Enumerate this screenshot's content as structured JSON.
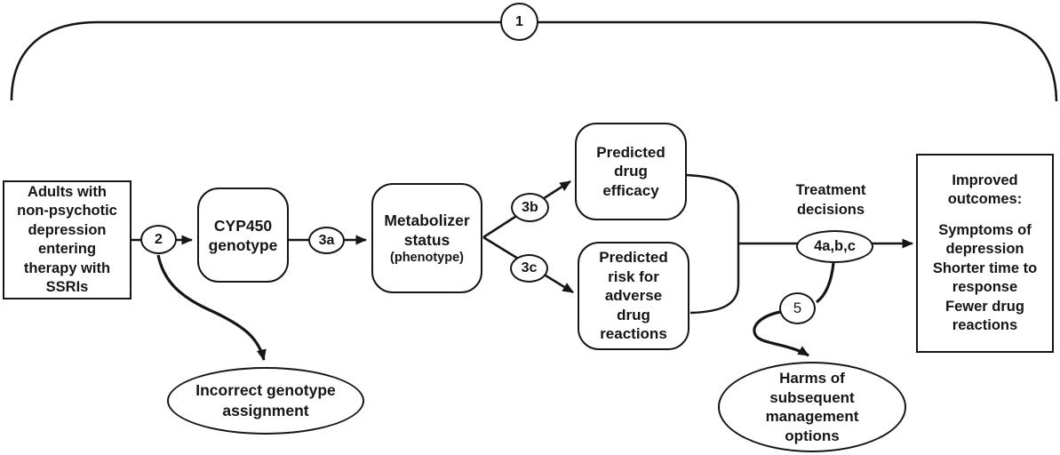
{
  "colors": {
    "ink": "#161616",
    "background": "#ffffff"
  },
  "nodes": {
    "population": {
      "lines": [
        "Adults with",
        "non-psychotic",
        "depression",
        "entering",
        "therapy with",
        "SSRIs"
      ]
    },
    "genotype": {
      "lines": [
        "CYP450",
        "genotype"
      ]
    },
    "metabolizer": {
      "lines": [
        "Metabolizer",
        "status"
      ],
      "sub": "(phenotype)"
    },
    "efficacy": {
      "lines": [
        "Predicted",
        "drug",
        "efficacy"
      ]
    },
    "risk": {
      "lines": [
        "Predicted",
        "risk for",
        "adverse",
        "drug",
        "reactions"
      ]
    },
    "outcomes": {
      "heading": [
        "Improved",
        "outcomes:"
      ],
      "lines": [
        "Symptoms of",
        "depression",
        "Shorter time to",
        "response",
        "Fewer drug",
        "reactions"
      ]
    },
    "incorrect_genotype": {
      "lines": [
        "Incorrect genotype",
        "assignment"
      ]
    },
    "harms": {
      "lines": [
        "Harms of",
        "subsequent",
        "management",
        "options"
      ]
    },
    "treatment_label": {
      "lines": [
        "Treatment",
        "decisions"
      ]
    }
  },
  "badges": {
    "overarching": "1",
    "genotyping": "2",
    "phenotype_link": "3a",
    "efficacy_link": "3b",
    "risk_link": "3c",
    "treatment_links": "4a,b,c",
    "harms_link": "5"
  }
}
